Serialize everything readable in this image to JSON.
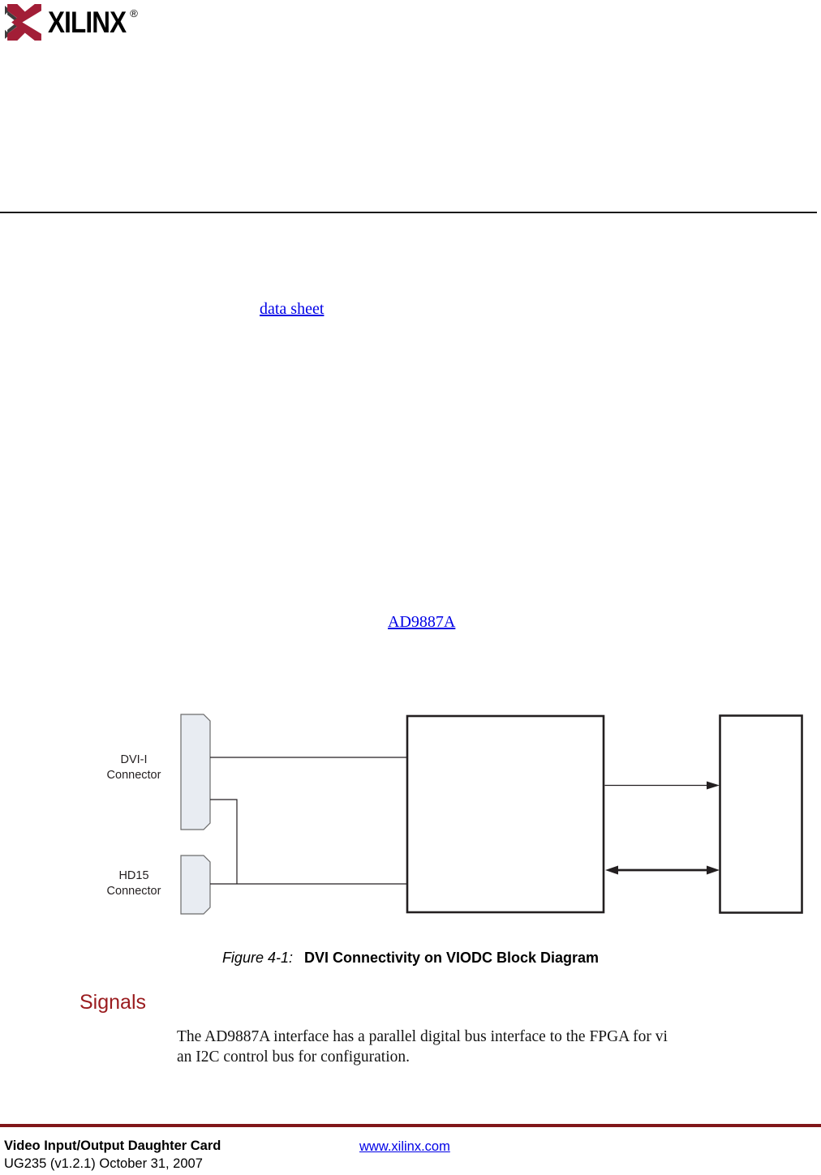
{
  "logo": {
    "brand": "XILINX",
    "registered": "®",
    "crimson": "#a21e37",
    "shadow": "#3d3d3d"
  },
  "links": {
    "data_sheet": "data sheet",
    "ad9887a": "AD9887A"
  },
  "figure": {
    "label": "Figure 4-1:",
    "title": "DVI Connectivity on VIODC Block Diagram",
    "diagram": {
      "dvi_label_line1": "DVI-I",
      "dvi_label_line2": "Connector",
      "hd15_label_line1": "HD15",
      "hd15_label_line2": "Connector",
      "connector_fill": "#e8ecf2",
      "connector_stroke": "#6b6b6b",
      "block_stroke": "#231f20"
    }
  },
  "signals": {
    "heading": "Signals",
    "body_lines": [
      "The AD9887A interface has a parallel digital bus interface to the FPGA for vi",
      "an I2C control bus for configuration."
    ],
    "heading_color": "#9a1b1e"
  },
  "footer": {
    "product": "Video Input/Output Daughter Card",
    "doc_id": "UG235 (v1.2.1) October 31, 2007",
    "url": "www.xilinx.com",
    "rule_color": "#801619"
  }
}
